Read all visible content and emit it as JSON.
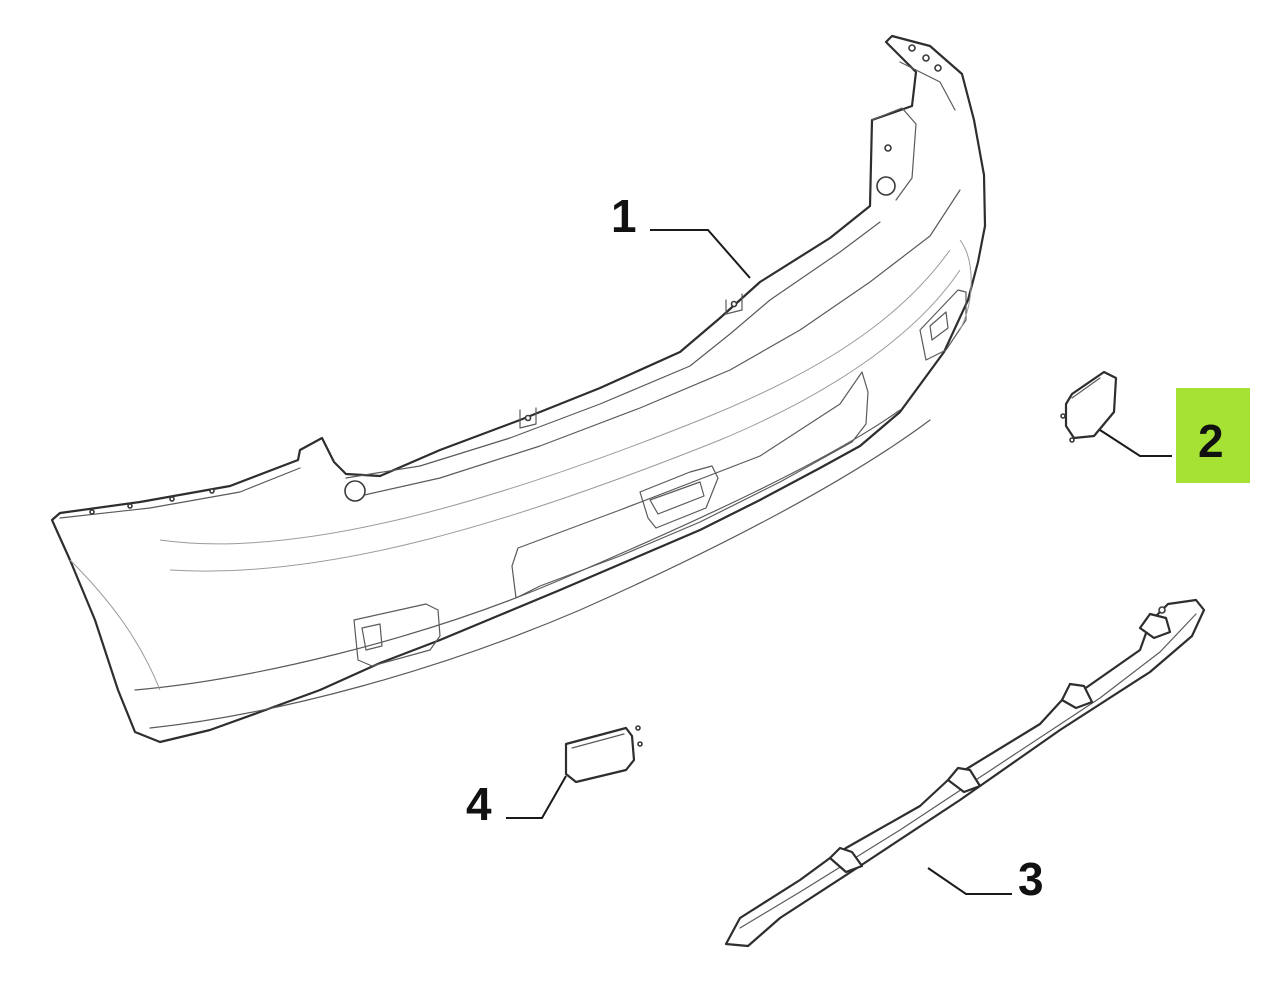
{
  "diagram": {
    "colors": {
      "line": "#2e2e2e",
      "highlight": "#a6e234",
      "background": "#ffffff"
    },
    "parts": [
      {
        "id": "1",
        "label": "1",
        "highlighted": false
      },
      {
        "id": "2",
        "label": "2",
        "highlighted": true
      },
      {
        "id": "3",
        "label": "3",
        "highlighted": false
      },
      {
        "id": "4",
        "label": "4",
        "highlighted": false
      }
    ]
  }
}
